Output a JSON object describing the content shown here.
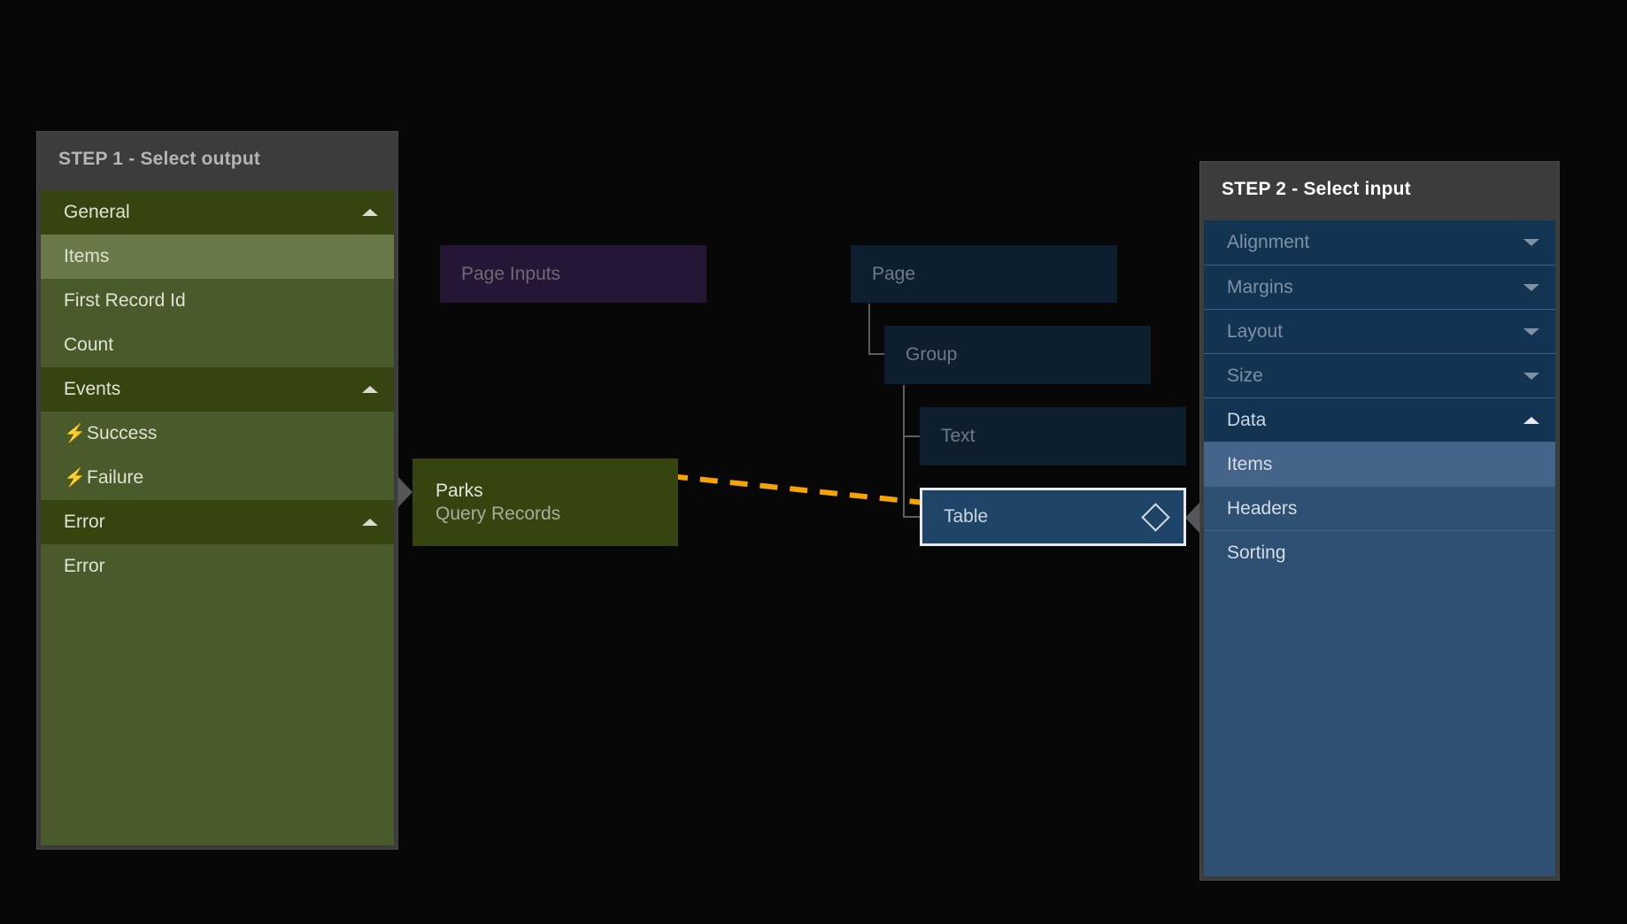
{
  "canvas": {
    "background": "#070707",
    "accent_orange": "#f5a203"
  },
  "step1": {
    "title": "STEP 1 - Select output",
    "header_bg": "#3c3c3c",
    "body_bg": "#4a5b2b",
    "sections": [
      {
        "label": "General",
        "expanded": true,
        "caret": "caret-up-icon",
        "items": [
          {
            "label": "Items",
            "selected": true
          },
          {
            "label": "First Record Id",
            "selected": false
          },
          {
            "label": "Count",
            "selected": false
          }
        ]
      },
      {
        "label": "Events",
        "expanded": true,
        "caret": "caret-up-icon",
        "items": [
          {
            "label": "Success",
            "selected": false,
            "icon": "lightning-bolt-icon"
          },
          {
            "label": "Failure",
            "selected": false,
            "icon": "lightning-bolt-icon"
          }
        ]
      },
      {
        "label": "Error",
        "expanded": true,
        "caret": "caret-up-icon",
        "items": [
          {
            "label": "Error",
            "selected": false
          }
        ]
      }
    ]
  },
  "step2": {
    "title": "STEP 2 - Select input",
    "header_bg": "#3c3c3c",
    "body_bg": "#2d5073",
    "sections": [
      {
        "label": "Alignment",
        "expanded": false,
        "caret": "caret-down-icon",
        "items": []
      },
      {
        "label": "Margins",
        "expanded": false,
        "caret": "caret-down-icon",
        "items": []
      },
      {
        "label": "Layout",
        "expanded": false,
        "caret": "caret-down-icon",
        "items": []
      },
      {
        "label": "Size",
        "expanded": false,
        "caret": "caret-down-icon",
        "items": []
      },
      {
        "label": "Data",
        "expanded": true,
        "caret": "caret-up-icon",
        "items": [
          {
            "label": "Items",
            "selected": true
          },
          {
            "label": "Headers",
            "selected": false
          },
          {
            "label": "Sorting",
            "selected": false
          }
        ]
      }
    ]
  },
  "nodes": {
    "page_inputs": {
      "label": "Page Inputs",
      "color": "#241634"
    },
    "page": {
      "label": "Page",
      "color": "#0d1f2e"
    },
    "group": {
      "label": "Group",
      "color": "#0d1f2e"
    },
    "text": {
      "label": "Text",
      "color": "#0d1f2e"
    },
    "table": {
      "label": "Table",
      "color": "#1e4467",
      "selected": true,
      "icon": "diamond-icon"
    },
    "parks": {
      "title": "Parks",
      "subtitle": "Query Records",
      "color": "#36440f"
    }
  },
  "connection": {
    "style": "dashed",
    "color": "#f5a203",
    "from": "parks-output-port",
    "to": "table-input-port",
    "arrow": "arrow-right-icon"
  }
}
